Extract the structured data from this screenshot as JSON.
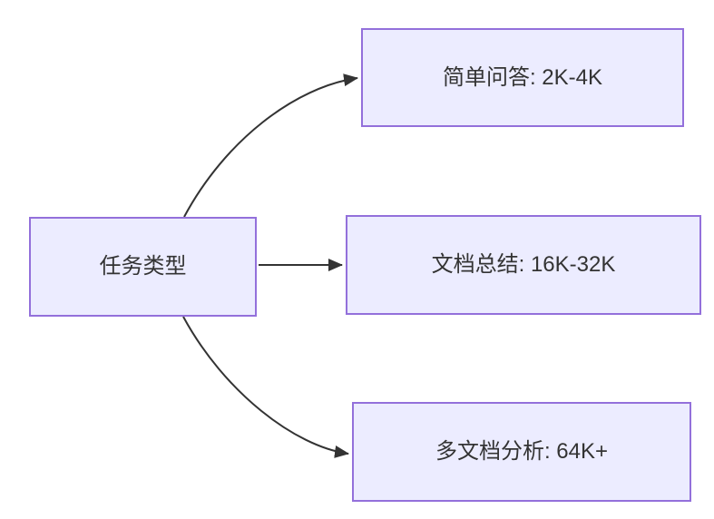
{
  "diagram": {
    "type": "flowchart",
    "direction": "left-to-right",
    "root": {
      "id": "task-type",
      "label": "任务类型"
    },
    "nodes": [
      {
        "id": "simple-qa",
        "label": "简单问答: 2K-4K"
      },
      {
        "id": "doc-summary",
        "label": "文档总结: 16K-32K"
      },
      {
        "id": "multi-doc",
        "label": "多文档分析: 64K+"
      }
    ],
    "edges": [
      {
        "from": "task-type",
        "to": "simple-qa"
      },
      {
        "from": "task-type",
        "to": "doc-summary"
      },
      {
        "from": "task-type",
        "to": "multi-doc"
      }
    ],
    "colors": {
      "background": "#FFFFFF",
      "node_fill": "#ECECFF",
      "node_border": "#9370DB",
      "edge_stroke": "#333333",
      "text": "#333333"
    }
  }
}
